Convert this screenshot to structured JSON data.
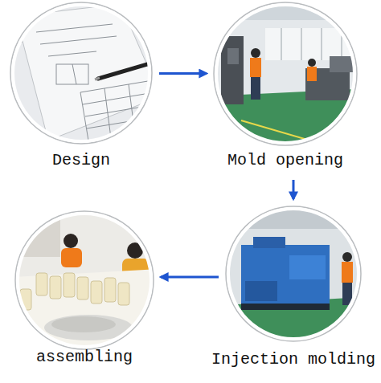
{
  "diagram": {
    "nodes": [
      {
        "text": [
          "Design"
        ]
      },
      {
        "text": [
          "Mold opening"
        ]
      },
      {
        "text": [
          "assembling"
        ]
      },
      {
        "text": [
          "Injection molding"
        ]
      }
    ],
    "edges": [
      {
        "from": 0,
        "to": 1,
        "arrow": "to"
      },
      {
        "from": 1,
        "to": 3,
        "arrow": "to"
      },
      {
        "from": 3,
        "to": 2,
        "arrow": "to"
      }
    ]
  }
}
